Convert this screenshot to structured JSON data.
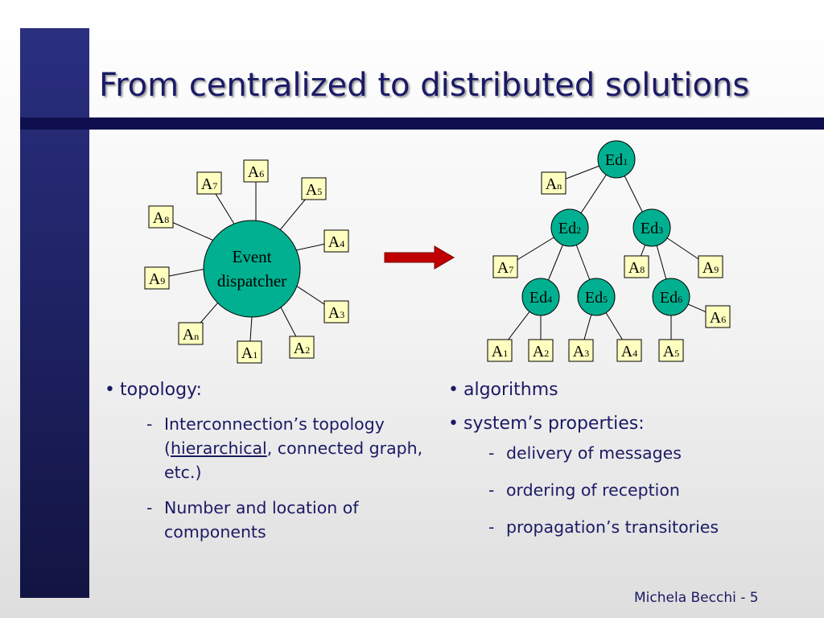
{
  "title": "From centralized to distributed solutions",
  "colors": {
    "node_fill": "#00b090",
    "agent_fill": "#ffffc0",
    "arrow_fill": "#c00000",
    "text": "#1a1a66",
    "bar": "#1c1f5c"
  },
  "left_diagram": {
    "center_line1": "Event",
    "center_line2": "dispatcher",
    "agents": [
      {
        "base": "A",
        "sub": "6"
      },
      {
        "base": "A",
        "sub": "5"
      },
      {
        "base": "A",
        "sub": "4"
      },
      {
        "base": "A",
        "sub": "3"
      },
      {
        "base": "A",
        "sub": "2"
      },
      {
        "base": "A",
        "sub": "1"
      },
      {
        "base": "A",
        "sub": "n"
      },
      {
        "base": "A",
        "sub": "9"
      },
      {
        "base": "A",
        "sub": "8"
      },
      {
        "base": "A",
        "sub": "7"
      }
    ]
  },
  "right_diagram": {
    "dispatchers": [
      {
        "base": "Ed",
        "sub": "1"
      },
      {
        "base": "Ed",
        "sub": "2"
      },
      {
        "base": "Ed",
        "sub": "3"
      },
      {
        "base": "Ed",
        "sub": "4"
      },
      {
        "base": "Ed",
        "sub": "5"
      },
      {
        "base": "Ed",
        "sub": "6"
      }
    ],
    "agents": [
      {
        "base": "A",
        "sub": "n"
      },
      {
        "base": "A",
        "sub": "7"
      },
      {
        "base": "A",
        "sub": "8"
      },
      {
        "base": "A",
        "sub": "9"
      },
      {
        "base": "A",
        "sub": "6"
      },
      {
        "base": "A",
        "sub": "1"
      },
      {
        "base": "A",
        "sub": "2"
      },
      {
        "base": "A",
        "sub": "3"
      },
      {
        "base": "A",
        "sub": "4"
      },
      {
        "base": "A",
        "sub": "5"
      }
    ]
  },
  "left_column": {
    "bullet_mark": "•",
    "bullet": "topology:",
    "dash": "-",
    "sub1_before": "Interconnection’s topology (",
    "sub1_link": "hierarchical",
    "sub1_after": ", connected graph, etc.)",
    "sub2": "Number and location of components"
  },
  "right_column": {
    "bullet_mark": "•",
    "bullet1": "algorithms",
    "bullet2": "system’s properties:",
    "dash": "-",
    "items": [
      "delivery of messages",
      "ordering of reception",
      "propagation’s transitories"
    ]
  },
  "footer": "Michela Becchi - 5"
}
